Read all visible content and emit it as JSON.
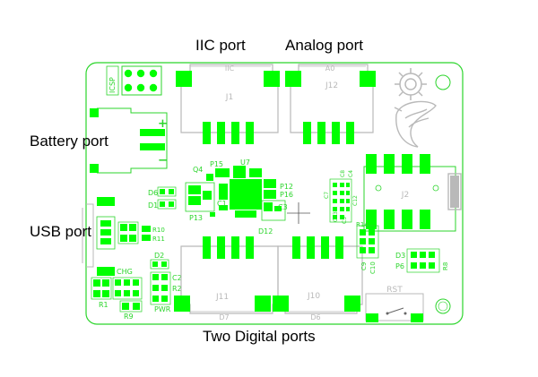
{
  "callouts": {
    "iic": "IIC port",
    "analog": "Analog port",
    "battery": "Battery port",
    "usb": "USB port",
    "digital": "Two Digital ports"
  },
  "connectors": {
    "j1": {
      "ref": "J1",
      "tag": "IIC"
    },
    "j12": {
      "ref": "J12",
      "tag": "A0"
    },
    "j11": {
      "ref": "J11",
      "tag": "D7"
    },
    "j10": {
      "ref": "J10",
      "tag": "D6"
    },
    "j2": {
      "ref": "J2"
    }
  },
  "silkscreen": {
    "icsp": "ICSP",
    "u7": "U7",
    "q4": "Q4",
    "p15": "P15",
    "p12": "P12",
    "p16": "P16",
    "p13": "P13",
    "c1": "C1",
    "c3": "C3",
    "d12": "D12",
    "d6": "D6",
    "d1": "D1",
    "r10": "R10",
    "r11": "R11",
    "d2": "D2",
    "chg": "CHG",
    "pwr": "PWR",
    "c2": "C2",
    "r2": "R2",
    "r1": "R1",
    "r9": "R9",
    "r14": "R14",
    "c9": "C9",
    "c10": "C10",
    "d3": "D3",
    "p6": "P6",
    "r8": "R8",
    "rst": "RST",
    "c7": "C7",
    "c13": "C13",
    "c4": "C4",
    "c8": "C8",
    "c12": "C12",
    "c5": "C5",
    "plus": "+",
    "minus": "−"
  },
  "colors": {
    "pad": "#00ff00",
    "silkscreen": "#2bd52b",
    "outline": "#b9b9b9"
  }
}
